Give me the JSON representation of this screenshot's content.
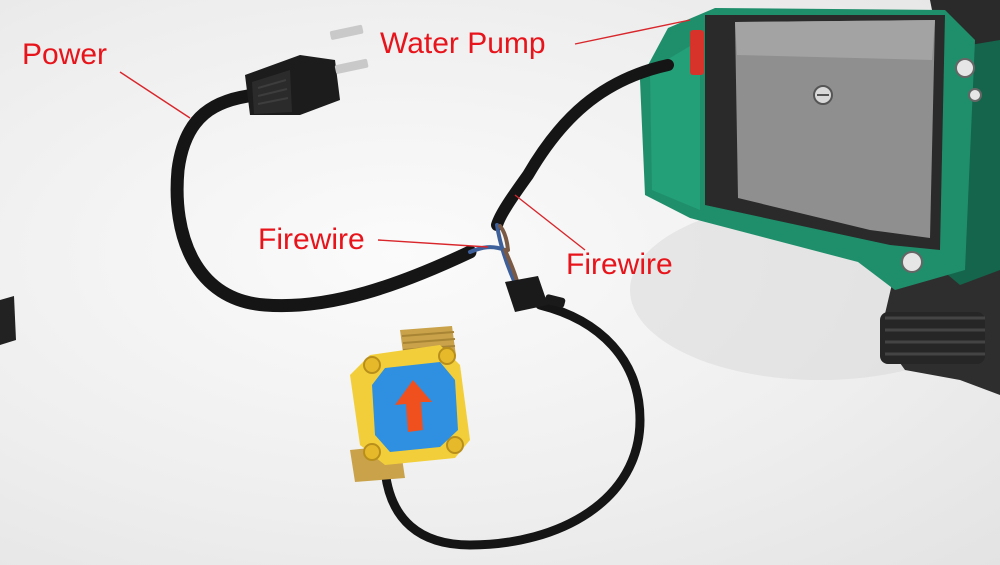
{
  "labels": {
    "power": "Power",
    "water_pump": "Water Pump",
    "firewire_left": "Firewire",
    "firewire_right": "Firewire"
  },
  "colors": {
    "label_text": "#e8141b",
    "leader_line": "#d8262b",
    "cable": "#151515",
    "pump_green": "#1f8f6b",
    "pump_dark_green": "#14654b",
    "pump_plate": "#8f8f8f",
    "pump_body": "#3a3a3a",
    "sensor_yellow": "#f2cf3a",
    "sensor_blue": "#2f8fe0",
    "sensor_arrow": "#f0501e",
    "brass": "#c9a24a",
    "wire_blue": "#3d5f9a",
    "wire_brown": "#7a5a45",
    "background": "#f2f2f2"
  }
}
